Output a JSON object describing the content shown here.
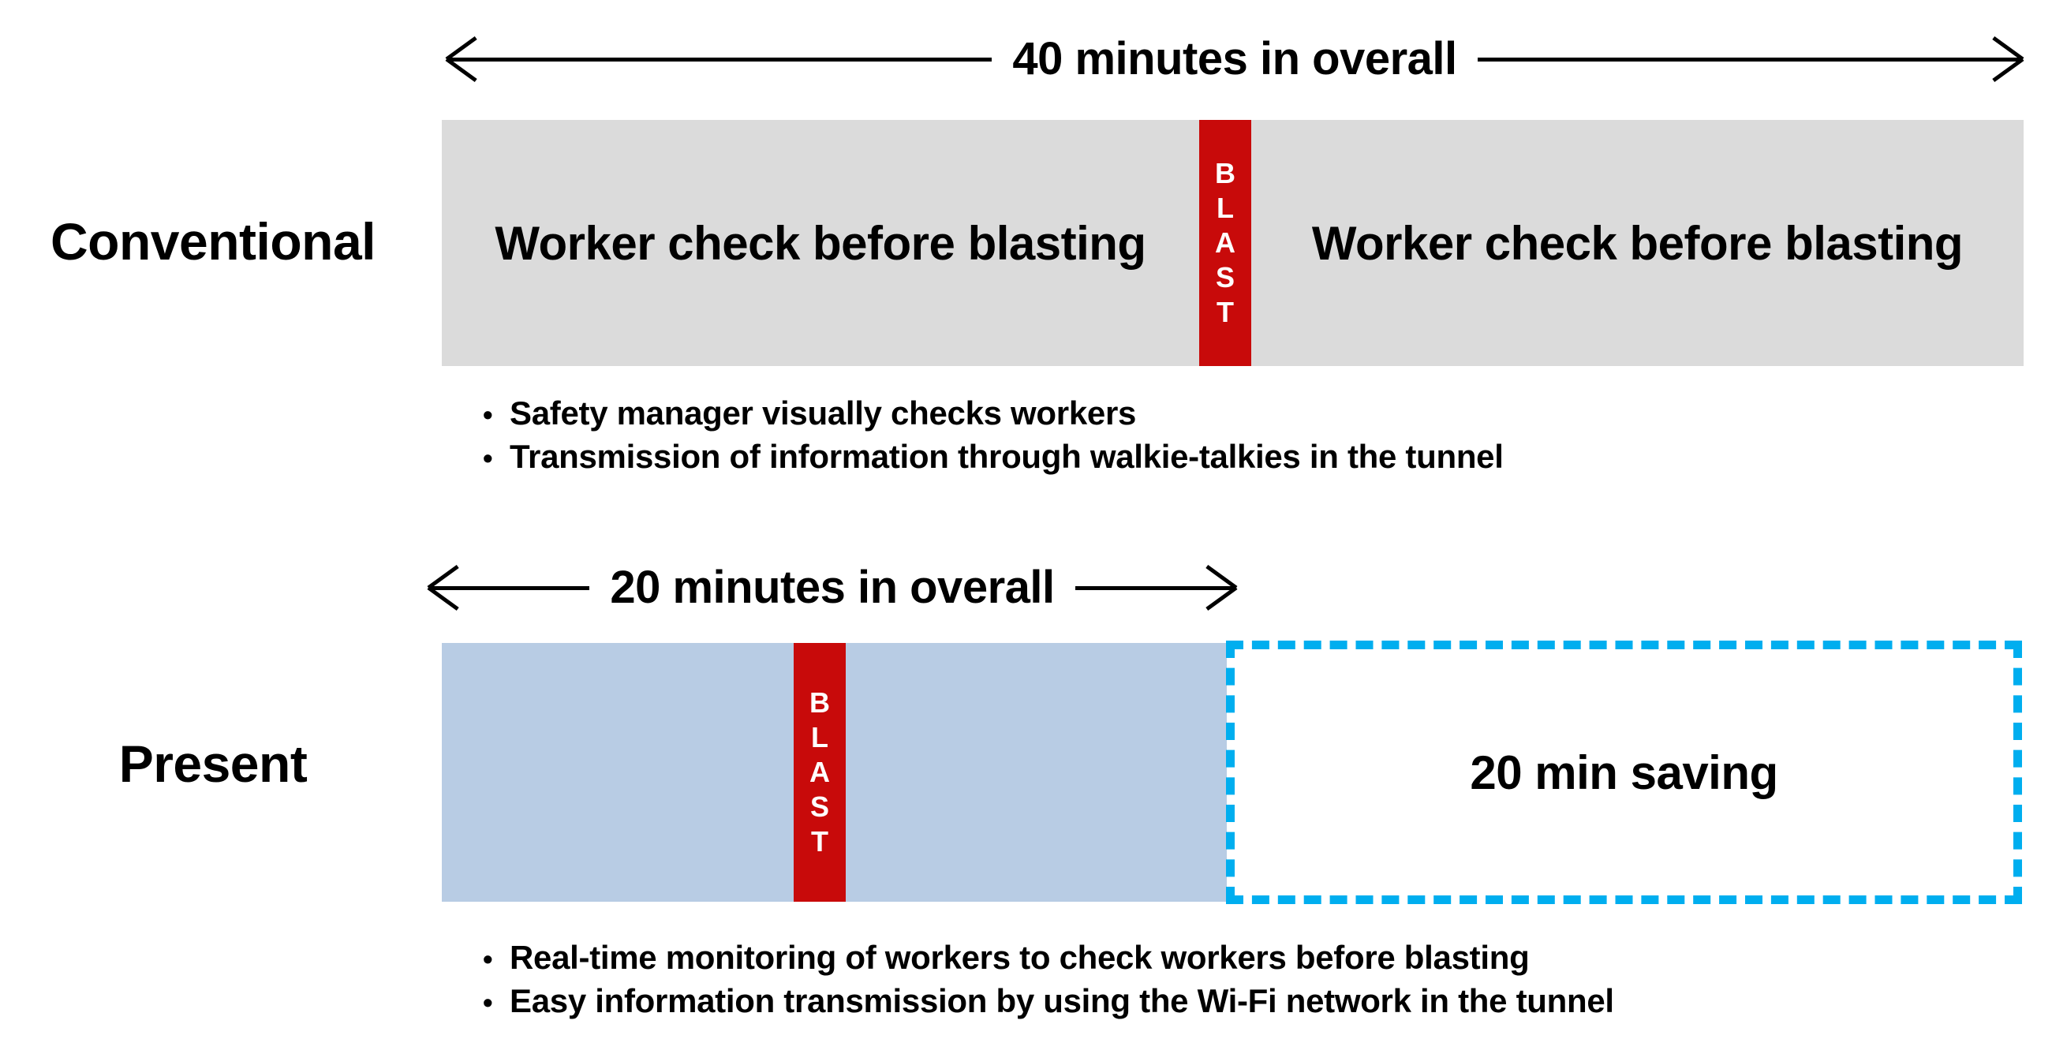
{
  "diagram": {
    "title_present": false,
    "colors": {
      "conventional_bar": "#DBDBDB",
      "present_bar": "#B8CCE4",
      "blast": "#C80A0A",
      "saving_outline": "#00AEEF",
      "text": "#000000"
    },
    "rows": [
      {
        "id": "conventional",
        "label": "Conventional",
        "measure": {
          "text": "40 minutes in overall",
          "left_arrow": "left-arrow-icon",
          "right_arrow": "right-arrow-icon"
        },
        "segments": [
          {
            "type": "task",
            "label": "Worker check before blasting"
          },
          {
            "type": "blast",
            "label": "BLAST",
            "letters": [
              "B",
              "L",
              "A",
              "S",
              "T"
            ]
          },
          {
            "type": "task",
            "label": "Worker check before blasting"
          }
        ],
        "bullets": [
          "Safety manager visually checks workers",
          "Transmission of information through walkie-talkies in the tunnel"
        ]
      },
      {
        "id": "present",
        "label": "Present",
        "measure": {
          "text": "20 minutes in overall",
          "left_arrow": "left-arrow-icon",
          "right_arrow": "right-arrow-icon"
        },
        "segments": [
          {
            "type": "task",
            "label": ""
          },
          {
            "type": "blast",
            "label": "BLAST",
            "letters": [
              "B",
              "L",
              "A",
              "S",
              "T"
            ]
          },
          {
            "type": "task",
            "label": ""
          }
        ],
        "saving_box": {
          "label": "20 min saving",
          "style": "dashed"
        },
        "bullets": [
          "Real-time monitoring of workers to check workers before blasting",
          "Easy information transmission by using the Wi-Fi network in the tunnel"
        ]
      }
    ],
    "bullet_marker": "•"
  }
}
